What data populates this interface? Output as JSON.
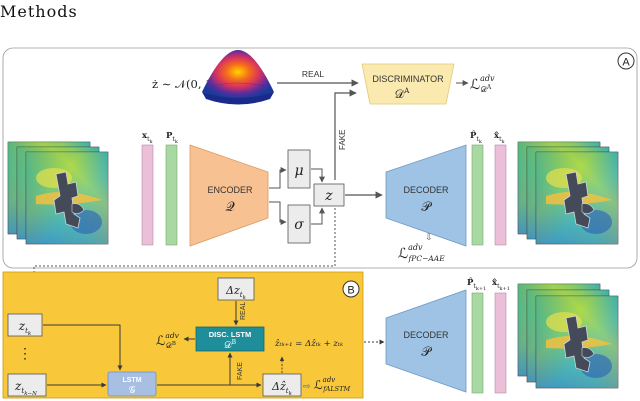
{
  "heading": "Methods",
  "panel_a": {
    "badge": "A",
    "prior": "ż ∼ 𝒩(0, 1)",
    "real_label": "REAL",
    "fake_label": "FAKE",
    "discriminator": {
      "name": "DISCRIMINATOR",
      "symbol": "𝒟",
      "sup": "A"
    },
    "loss_disc": {
      "main": "ℒ",
      "sup": "adv",
      "sub": "𝒟",
      "subsup": "A"
    },
    "input_x": {
      "main": "x",
      "sub": "t",
      "subsub": "k"
    },
    "input_p": {
      "main": "P",
      "sub": "t",
      "subsub": "k"
    },
    "encoder": {
      "name": "ENCODER",
      "symbol": "𝒬"
    },
    "mu": "μ",
    "sigma": "σ",
    "latent": "z",
    "decoder": {
      "name": "DECODER",
      "symbol": "𝒫"
    },
    "output_p": {
      "main": "P̂",
      "sub": "t",
      "subsub": "k"
    },
    "output_x": {
      "main": "x̂",
      "sub": "t",
      "subsub": "k"
    },
    "loss_fpc": {
      "main": "ℒ",
      "sup": "adv",
      "sub": "fPC−AAE"
    }
  },
  "panel_b": {
    "badge": "B",
    "delta_z": {
      "main": "Δz",
      "sub": "t",
      "subsub": "k"
    },
    "real_label": "REAL",
    "fake_label": "FAKE",
    "disc_lstm": {
      "name": "DISC. LSTM",
      "symbol": "𝒟",
      "sup": "B"
    },
    "loss_db": {
      "main": "ℒ",
      "sup": "adv",
      "sub": "𝒟",
      "subsup": "B"
    },
    "z_tk": {
      "main": "z",
      "sub": "t",
      "subsub": "k"
    },
    "dots": "⋮",
    "z_tkn": {
      "main": "z",
      "sub": "t",
      "subsub": "k−N"
    },
    "lstm": {
      "name": "LSTM",
      "symbol": "𝒢"
    },
    "delta_zhat": {
      "main": "Δẑ",
      "sub": "t",
      "subsub": "k"
    },
    "loss_flstm": {
      "main": "ℒ",
      "sup": "adv",
      "sub": "fALSTM"
    },
    "update_eq": "ẑₜₖ₊₁ = Δẑₜₖ + zₜₖ"
  },
  "panel_c": {
    "decoder": {
      "name": "DECODER",
      "symbol": "𝒫"
    },
    "output_p": {
      "main": "P̂",
      "sub": "t",
      "subsub": "k+1"
    },
    "output_x": {
      "main": "x̂",
      "sub": "t",
      "subsub": "k+1"
    }
  },
  "colors": {
    "panel_b_bg": "#f8c83a",
    "encoder": "#f8c191",
    "decoder": "#9ec3e4",
    "discriminator": "#fbeab0",
    "disc_lstm": "#1e8e9a",
    "lstm_box": "#a7bfe3",
    "bar_green": "#a9d9a2",
    "bar_pink": "#eabfd7",
    "arrow": "#555555"
  }
}
